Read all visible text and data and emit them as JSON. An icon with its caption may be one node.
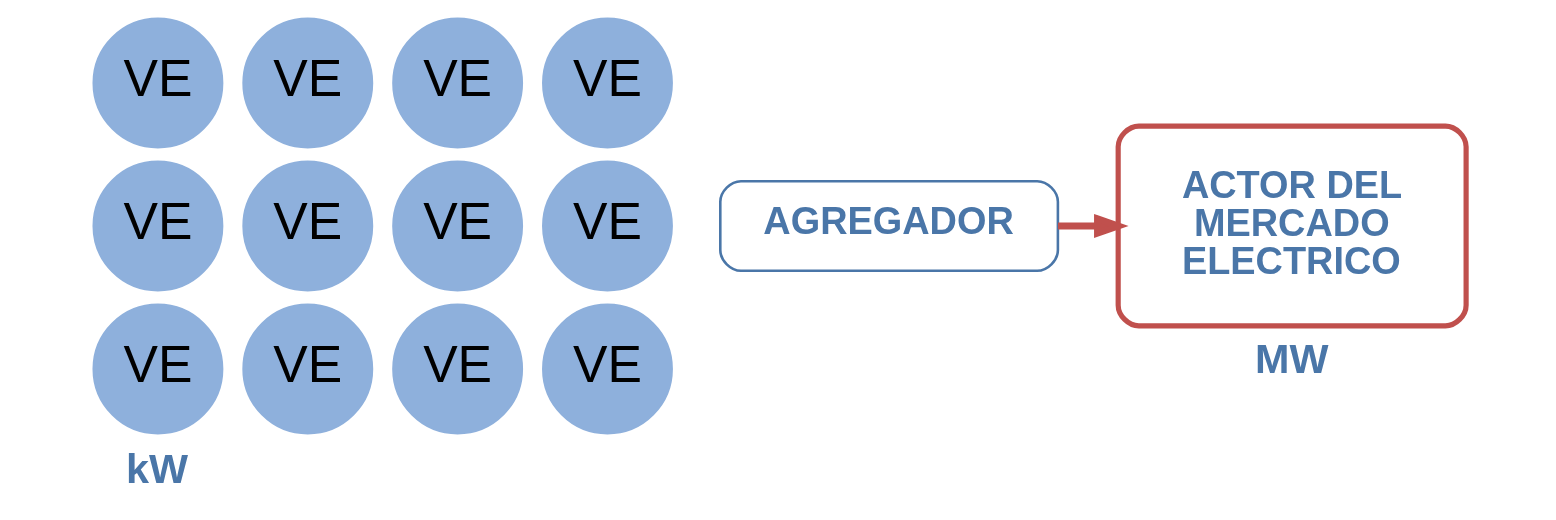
{
  "diagram": {
    "nodes": [
      {
        "text": [
          "VE"
        ]
      },
      {
        "text": [
          "VE"
        ]
      },
      {
        "text": [
          "VE"
        ]
      },
      {
        "text": [
          "VE"
        ]
      },
      {
        "text": [
          "VE"
        ]
      },
      {
        "text": [
          "VE"
        ]
      },
      {
        "text": [
          "VE"
        ]
      },
      {
        "text": [
          "VE"
        ]
      },
      {
        "text": [
          "VE"
        ]
      },
      {
        "text": [
          "VE"
        ]
      },
      {
        "text": [
          "VE"
        ]
      },
      {
        "text": [
          "VE"
        ]
      },
      {
        "text": [
          "AGREGADOR"
        ]
      },
      {
        "text": [
          "ACTOR DEL MERCADO ELECTRICO"
        ]
      }
    ],
    "edges": [
      {
        "from": 12,
        "to": 13,
        "arrow": "to",
        "color": "#c0504d"
      }
    ],
    "labels": [
      "kW",
      "MW"
    ]
  }
}
